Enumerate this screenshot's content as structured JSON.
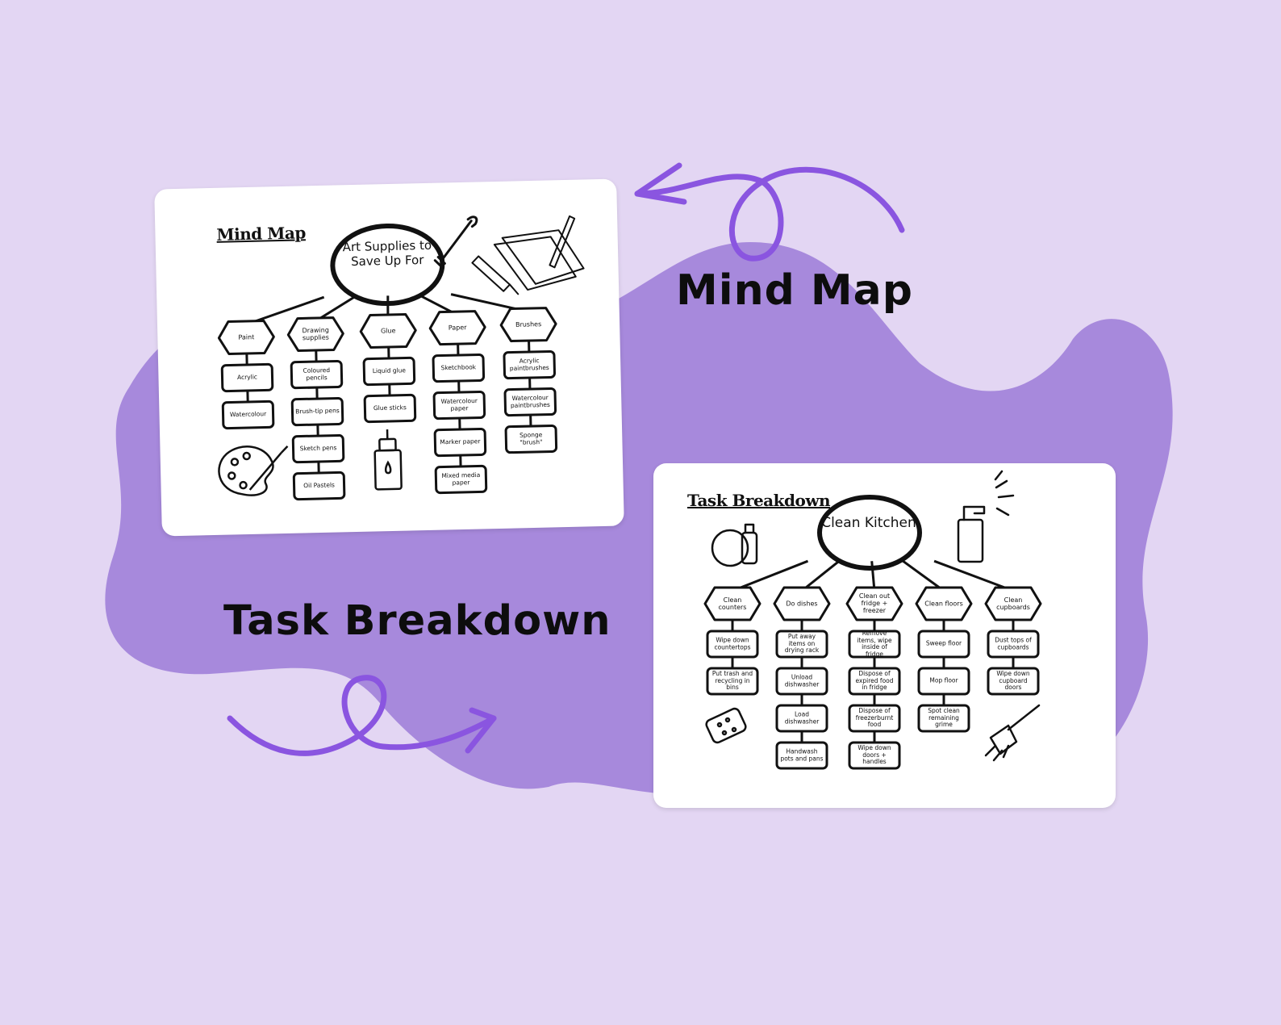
{
  "colors": {
    "background": "#e3d6f3",
    "blob": "#a789dc",
    "arrow": "#8a55e0",
    "card": "#ffffff",
    "ink": "#111111"
  },
  "labels": {
    "mind_map": "Mind Map",
    "task_breakdown": "Task Breakdown"
  },
  "mind_map_card": {
    "title": "Mind Map",
    "center": "Art Supplies to Save Up For",
    "branches": [
      {
        "label": "Paint",
        "items": [
          "Acrylic",
          "Watercolour"
        ]
      },
      {
        "label": "Drawing supplies",
        "items": [
          "Coloured pencils",
          "Brush-tip pens",
          "Sketch pens",
          "Oil Pastels"
        ]
      },
      {
        "label": "Glue",
        "items": [
          "Liquid glue",
          "Glue sticks"
        ]
      },
      {
        "label": "Paper",
        "items": [
          "Sketchbook",
          "Watercolour paper",
          "Marker paper",
          "Mixed media paper"
        ]
      },
      {
        "label": "Brushes",
        "items": [
          "Acrylic paintbrushes",
          "Watercolour paintbrushes",
          "Sponge \"brush\""
        ]
      }
    ],
    "icons": [
      "paintbrush-icon",
      "paper-pencil-icon",
      "marker-icon",
      "palette-icon",
      "glue-bottle-icon"
    ]
  },
  "task_card": {
    "title": "Task Breakdown",
    "center": "Clean Kitchen",
    "branches": [
      {
        "label": "Clean counters",
        "items": [
          "Wipe down countertops",
          "Put trash and recycling in bins"
        ]
      },
      {
        "label": "Do dishes",
        "items": [
          "Put away items on drying rack",
          "Unload dishwasher",
          "Load dishwasher",
          "Handwash pots and pans"
        ]
      },
      {
        "label": "Clean out fridge + freezer",
        "items": [
          "Remove items, wipe inside of fridge",
          "Dispose of expired food in fridge",
          "Dispose of freezerburnt food",
          "Wipe down doors + handles"
        ]
      },
      {
        "label": "Clean floors",
        "items": [
          "Sweep floor",
          "Mop floor",
          "Spot clean remaining grime"
        ]
      },
      {
        "label": "Clean cupboards",
        "items": [
          "Dust tops of cupboards",
          "Wipe down cupboard doors"
        ]
      }
    ],
    "icons": [
      "dish-soap-icon",
      "spray-bottle-icon",
      "sponge-icon",
      "broom-icon"
    ]
  }
}
